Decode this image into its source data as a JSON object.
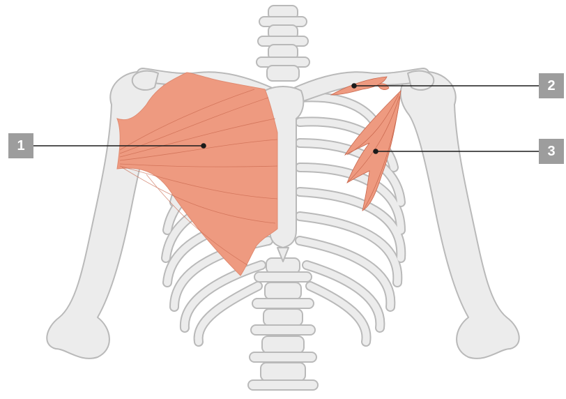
{
  "colors": {
    "bone_fill": "#ececec",
    "bone_stroke": "#b9b9b9",
    "muscle_fill": "#ee9a80",
    "muscle_fiber": "#c8664c",
    "leader_line": "#1a1a1a",
    "label_bg": "#9d9d9d",
    "label_text": "#ffffff"
  },
  "labels": [
    {
      "number": "1"
    },
    {
      "number": "2"
    },
    {
      "number": "3"
    }
  ]
}
